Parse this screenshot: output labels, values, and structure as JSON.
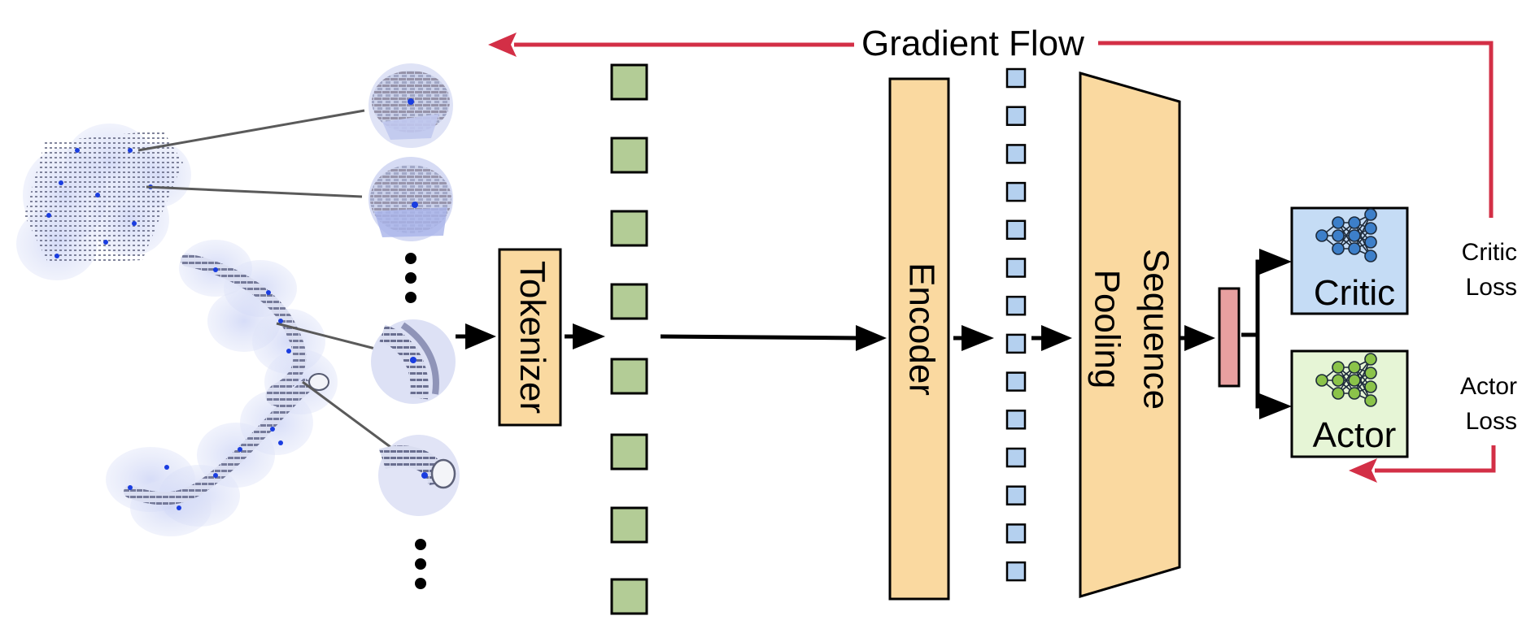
{
  "labels": {
    "gradient_flow": "Gradient Flow",
    "tokenizer": "Tokenizer",
    "encoder": "Encoder",
    "pooling_line1": "Sequence",
    "pooling_line2": "Pooling",
    "critic": "Critic",
    "actor": "Actor",
    "critic_loss_line1": "Critic",
    "critic_loss_line2": "Loss",
    "actor_loss_line1": "Actor",
    "actor_loss_line2": "Loss"
  },
  "colors": {
    "tokenizer_fill": "#fad9a0",
    "encoder_fill": "#fad9a0",
    "pooling_fill": "#fad9a0",
    "token_fill": "#b3cc96",
    "embedding_fill": "#b4d0ef",
    "pooled_fill": "#e8a0a0",
    "critic_fill": "#c5dcf5",
    "actor_fill": "#e6f5d6",
    "critic_net": "#3d7fc9",
    "actor_net": "#8bc34a",
    "gradient": "#d32f46",
    "arrow": "#000000",
    "pointcloud": "#7f8fe0"
  },
  "icons": {
    "critic_network": "neural-network-icon",
    "actor_network": "neural-network-icon",
    "ellipsis": "vertical-ellipsis-icon"
  }
}
